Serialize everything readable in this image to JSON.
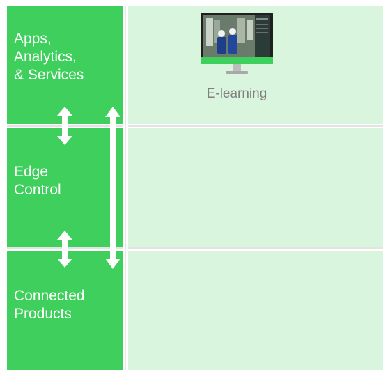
{
  "layers": [
    {
      "label": "Apps,\nAnalytics,\n& Services"
    },
    {
      "label": "Edge\nControl"
    },
    {
      "label": "Connected\nProducts"
    }
  ],
  "apps": [
    {
      "label": "E-learning",
      "icon": "monitor-icon"
    }
  ],
  "colors": {
    "layer_green": "#3ecf5c",
    "panel_green": "#daf5de",
    "caption_gray": "#7f7f7f"
  }
}
